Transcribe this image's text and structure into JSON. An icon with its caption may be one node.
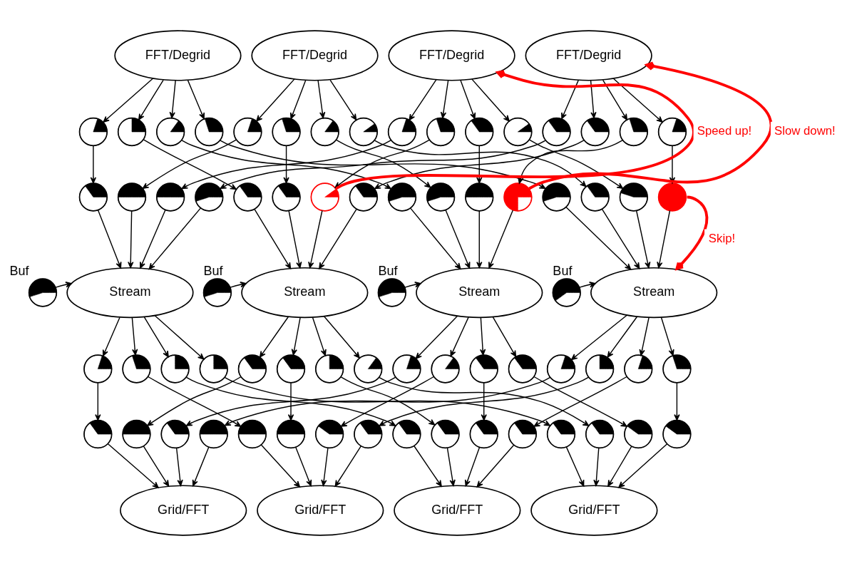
{
  "diagram": {
    "nodes": [
      {
        "text": [
          "FFT/Degrid"
        ]
      },
      {
        "text": [
          "FFT/Degrid"
        ]
      },
      {
        "text": [
          "FFT/Degrid"
        ]
      },
      {
        "text": [
          "FFT/Degrid"
        ]
      },
      {
        "text": [],
        "shape": "circle"
      },
      {
        "text": [],
        "shape": "circle"
      },
      {
        "text": [],
        "shape": "circle"
      },
      {
        "text": [],
        "shape": "circle"
      },
      {
        "text": [],
        "shape": "circle"
      },
      {
        "text": [],
        "shape": "circle"
      },
      {
        "text": [],
        "shape": "circle"
      },
      {
        "text": [],
        "shape": "circle"
      },
      {
        "text": [],
        "shape": "circle"
      },
      {
        "text": [],
        "shape": "circle"
      },
      {
        "text": [],
        "shape": "circle"
      },
      {
        "text": [],
        "shape": "circle"
      },
      {
        "text": [],
        "shape": "circle"
      },
      {
        "text": [],
        "shape": "circle"
      },
      {
        "text": [],
        "shape": "circle"
      },
      {
        "text": [],
        "shape": "circle"
      },
      {
        "text": [],
        "shape": "circle"
      },
      {
        "text": [],
        "shape": "circle"
      },
      {
        "text": [],
        "shape": "circle"
      },
      {
        "text": [],
        "shape": "circle"
      },
      {
        "text": [],
        "shape": "circle"
      },
      {
        "text": [],
        "shape": "circle"
      },
      {
        "text": [],
        "shape": "circle"
      },
      {
        "text": [],
        "shape": "circle"
      },
      {
        "text": [],
        "shape": "circle"
      },
      {
        "text": [],
        "shape": "circle"
      },
      {
        "text": [],
        "shape": "circle"
      },
      {
        "text": [],
        "shape": "circle"
      },
      {
        "text": [],
        "shape": "circle"
      },
      {
        "text": [],
        "shape": "circle"
      },
      {
        "text": [],
        "shape": "circle"
      },
      {
        "text": [],
        "shape": "circle"
      },
      {
        "text": [],
        "shape": "circle",
        "beside": [
          "Buf"
        ]
      },
      {
        "text": [
          "Stream"
        ]
      },
      {
        "text": [],
        "shape": "circle",
        "beside": [
          "Buf"
        ]
      },
      {
        "text": [
          "Stream"
        ]
      },
      {
        "text": [],
        "shape": "circle",
        "beside": [
          "Buf"
        ]
      },
      {
        "text": [
          "Stream"
        ]
      },
      {
        "text": [],
        "shape": "circle",
        "beside": [
          "Buf"
        ]
      },
      {
        "text": [
          "Stream"
        ]
      },
      {
        "text": [],
        "shape": "circle"
      },
      {
        "text": [],
        "shape": "circle"
      },
      {
        "text": [],
        "shape": "circle"
      },
      {
        "text": [],
        "shape": "circle"
      },
      {
        "text": [],
        "shape": "circle"
      },
      {
        "text": [],
        "shape": "circle"
      },
      {
        "text": [],
        "shape": "circle"
      },
      {
        "text": [],
        "shape": "circle"
      },
      {
        "text": [],
        "shape": "circle"
      },
      {
        "text": [],
        "shape": "circle"
      },
      {
        "text": [],
        "shape": "circle"
      },
      {
        "text": [],
        "shape": "circle"
      },
      {
        "text": [],
        "shape": "circle"
      },
      {
        "text": [],
        "shape": "circle"
      },
      {
        "text": [],
        "shape": "circle"
      },
      {
        "text": [],
        "shape": "circle"
      },
      {
        "text": [],
        "shape": "circle"
      },
      {
        "text": [],
        "shape": "circle"
      },
      {
        "text": [],
        "shape": "circle"
      },
      {
        "text": [],
        "shape": "circle"
      },
      {
        "text": [],
        "shape": "circle"
      },
      {
        "text": [],
        "shape": "circle"
      },
      {
        "text": [],
        "shape": "circle"
      },
      {
        "text": [],
        "shape": "circle"
      },
      {
        "text": [],
        "shape": "circle"
      },
      {
        "text": [],
        "shape": "circle"
      },
      {
        "text": [],
        "shape": "circle"
      },
      {
        "text": [],
        "shape": "circle"
      },
      {
        "text": [],
        "shape": "circle"
      },
      {
        "text": [],
        "shape": "circle"
      },
      {
        "text": [],
        "shape": "circle"
      },
      {
        "text": [],
        "shape": "circle"
      },
      {
        "text": [
          "Grid/FFT"
        ]
      },
      {
        "text": [
          "Grid/FFT"
        ]
      },
      {
        "text": [
          "Grid/FFT"
        ]
      },
      {
        "text": [
          "Grid/FFT"
        ]
      }
    ],
    "edges": [
      {
        "from": 0,
        "to": 4,
        "arrow": "to"
      },
      {
        "from": 0,
        "to": 5,
        "arrow": "to"
      },
      {
        "from": 0,
        "to": 6,
        "arrow": "to"
      },
      {
        "from": 0,
        "to": 7,
        "arrow": "to"
      },
      {
        "from": 1,
        "to": 8,
        "arrow": "to"
      },
      {
        "from": 1,
        "to": 9,
        "arrow": "to"
      },
      {
        "from": 1,
        "to": 10,
        "arrow": "to"
      },
      {
        "from": 1,
        "to": 11,
        "arrow": "to"
      },
      {
        "from": 2,
        "to": 12,
        "arrow": "to"
      },
      {
        "from": 2,
        "to": 13,
        "arrow": "to"
      },
      {
        "from": 2,
        "to": 14,
        "arrow": "to"
      },
      {
        "from": 2,
        "to": 15,
        "arrow": "to"
      },
      {
        "from": 3,
        "to": 16,
        "arrow": "to"
      },
      {
        "from": 3,
        "to": 17,
        "arrow": "to"
      },
      {
        "from": 3,
        "to": 18,
        "arrow": "to"
      },
      {
        "from": 3,
        "to": 19,
        "arrow": "to"
      },
      {
        "from": 4,
        "to": 20,
        "arrow": "to"
      },
      {
        "from": 5,
        "to": 24,
        "arrow": "to"
      },
      {
        "from": 6,
        "to": 28,
        "arrow": "to"
      },
      {
        "from": 7,
        "to": 32,
        "arrow": "to"
      },
      {
        "from": 8,
        "to": 21,
        "arrow": "to"
      },
      {
        "from": 9,
        "to": 25,
        "arrow": "to"
      },
      {
        "from": 10,
        "to": 29,
        "arrow": "to"
      },
      {
        "from": 11,
        "to": 33,
        "arrow": "to"
      },
      {
        "from": 12,
        "to": 22,
        "arrow": "to"
      },
      {
        "from": 13,
        "to": 26,
        "arrow": "to"
      },
      {
        "from": 14,
        "to": 30,
        "arrow": "to"
      },
      {
        "from": 15,
        "to": 34,
        "arrow": "to"
      },
      {
        "from": 16,
        "to": 23,
        "arrow": "to"
      },
      {
        "from": 17,
        "to": 27,
        "arrow": "to"
      },
      {
        "from": 18,
        "to": 31,
        "arrow": "to"
      },
      {
        "from": 19,
        "to": 35,
        "arrow": "to"
      },
      {
        "from": 20,
        "to": 37,
        "arrow": "to"
      },
      {
        "from": 21,
        "to": 37,
        "arrow": "to"
      },
      {
        "from": 22,
        "to": 37,
        "arrow": "to"
      },
      {
        "from": 23,
        "to": 37,
        "arrow": "to"
      },
      {
        "from": 24,
        "to": 39,
        "arrow": "to"
      },
      {
        "from": 25,
        "to": 39,
        "arrow": "to"
      },
      {
        "from": 26,
        "to": 39,
        "arrow": "to"
      },
      {
        "from": 27,
        "to": 39,
        "arrow": "to"
      },
      {
        "from": 28,
        "to": 41,
        "arrow": "to"
      },
      {
        "from": 29,
        "to": 41,
        "arrow": "to"
      },
      {
        "from": 30,
        "to": 41,
        "arrow": "to"
      },
      {
        "from": 31,
        "to": 41,
        "arrow": "to"
      },
      {
        "from": 32,
        "to": 43,
        "arrow": "to"
      },
      {
        "from": 33,
        "to": 43,
        "arrow": "to"
      },
      {
        "from": 34,
        "to": 43,
        "arrow": "to"
      },
      {
        "from": 35,
        "to": 43,
        "arrow": "to"
      },
      {
        "from": 36,
        "to": 37,
        "arrow": "to"
      },
      {
        "from": 38,
        "to": 39,
        "arrow": "to"
      },
      {
        "from": 40,
        "to": 41,
        "arrow": "to"
      },
      {
        "from": 42,
        "to": 43,
        "arrow": "to"
      },
      {
        "from": 37,
        "to": 44,
        "arrow": "to"
      },
      {
        "from": 37,
        "to": 45,
        "arrow": "to"
      },
      {
        "from": 37,
        "to": 46,
        "arrow": "to"
      },
      {
        "from": 37,
        "to": 47,
        "arrow": "to"
      },
      {
        "from": 39,
        "to": 48,
        "arrow": "to"
      },
      {
        "from": 39,
        "to": 49,
        "arrow": "to"
      },
      {
        "from": 39,
        "to": 50,
        "arrow": "to"
      },
      {
        "from": 39,
        "to": 51,
        "arrow": "to"
      },
      {
        "from": 41,
        "to": 52,
        "arrow": "to"
      },
      {
        "from": 41,
        "to": 53,
        "arrow": "to"
      },
      {
        "from": 41,
        "to": 54,
        "arrow": "to"
      },
      {
        "from": 41,
        "to": 55,
        "arrow": "to"
      },
      {
        "from": 43,
        "to": 56,
        "arrow": "to"
      },
      {
        "from": 43,
        "to": 57,
        "arrow": "to"
      },
      {
        "from": 43,
        "to": 58,
        "arrow": "to"
      },
      {
        "from": 43,
        "to": 59,
        "arrow": "to"
      },
      {
        "from": 44,
        "to": 60,
        "arrow": "to"
      },
      {
        "from": 45,
        "to": 64,
        "arrow": "to"
      },
      {
        "from": 46,
        "to": 68,
        "arrow": "to"
      },
      {
        "from": 47,
        "to": 72,
        "arrow": "to"
      },
      {
        "from": 48,
        "to": 61,
        "arrow": "to"
      },
      {
        "from": 49,
        "to": 65,
        "arrow": "to"
      },
      {
        "from": 50,
        "to": 69,
        "arrow": "to"
      },
      {
        "from": 51,
        "to": 73,
        "arrow": "to"
      },
      {
        "from": 52,
        "to": 62,
        "arrow": "to"
      },
      {
        "from": 53,
        "to": 66,
        "arrow": "to"
      },
      {
        "from": 54,
        "to": 70,
        "arrow": "to"
      },
      {
        "from": 55,
        "to": 74,
        "arrow": "to"
      },
      {
        "from": 56,
        "to": 63,
        "arrow": "to"
      },
      {
        "from": 57,
        "to": 67,
        "arrow": "to"
      },
      {
        "from": 58,
        "to": 71,
        "arrow": "to"
      },
      {
        "from": 59,
        "to": 75,
        "arrow": "to"
      },
      {
        "from": 60,
        "to": 76,
        "arrow": "to"
      },
      {
        "from": 61,
        "to": 76,
        "arrow": "to"
      },
      {
        "from": 62,
        "to": 76,
        "arrow": "to"
      },
      {
        "from": 63,
        "to": 76,
        "arrow": "to"
      },
      {
        "from": 64,
        "to": 77,
        "arrow": "to"
      },
      {
        "from": 65,
        "to": 77,
        "arrow": "to"
      },
      {
        "from": 66,
        "to": 77,
        "arrow": "to"
      },
      {
        "from": 67,
        "to": 77,
        "arrow": "to"
      },
      {
        "from": 68,
        "to": 78,
        "arrow": "to"
      },
      {
        "from": 69,
        "to": 78,
        "arrow": "to"
      },
      {
        "from": 70,
        "to": 78,
        "arrow": "to"
      },
      {
        "from": 71,
        "to": 78,
        "arrow": "to"
      },
      {
        "from": 72,
        "to": 79,
        "arrow": "to"
      },
      {
        "from": 73,
        "to": 79,
        "arrow": "to"
      },
      {
        "from": 74,
        "to": 79,
        "arrow": "to"
      },
      {
        "from": 75,
        "to": 79,
        "arrow": "to"
      },
      {
        "from": 26,
        "to": 2,
        "arrow": "to",
        "label": "Speed up!",
        "style": "thick",
        "color": "#ff0000"
      },
      {
        "from": 31,
        "to": 3,
        "arrow": "to",
        "label": "Slow down!",
        "style": "thick",
        "color": "#ff0000"
      },
      {
        "from": 35,
        "to": 43,
        "arrow": "to",
        "label": "Skip!",
        "style": "thick",
        "color": "#ff0000"
      }
    ]
  }
}
